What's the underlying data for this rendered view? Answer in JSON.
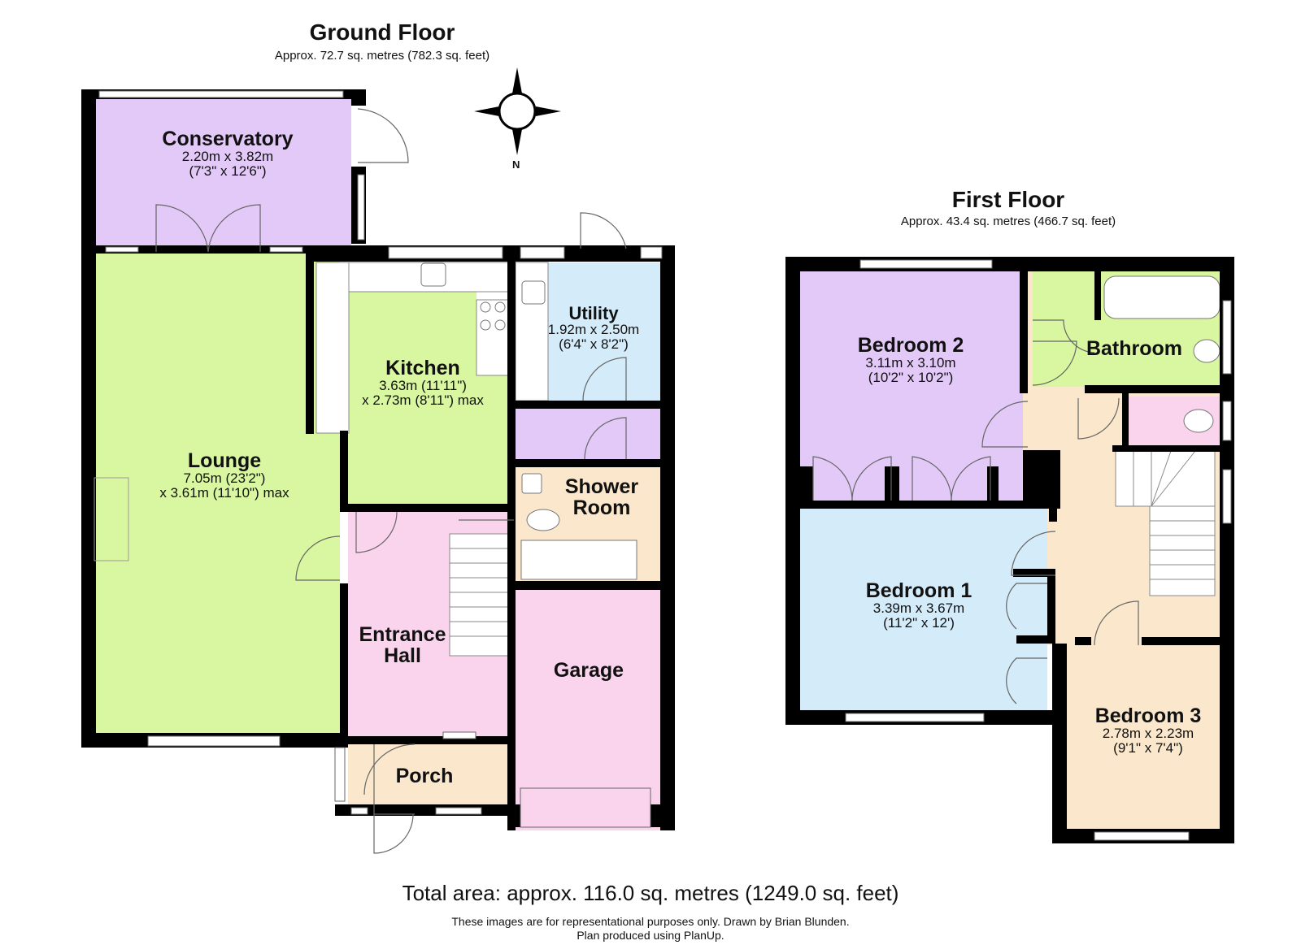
{
  "ground_floor": {
    "title": "Ground Floor",
    "area": "Approx. 72.7 sq. metres (782.3 sq. feet)",
    "rooms": {
      "conservatory": {
        "name": "Conservatory",
        "dim1": "2.20m x 3.82m",
        "dim2": "(7'3\" x 12'6\")"
      },
      "lounge": {
        "name": "Lounge",
        "dim1": "7.05m (23'2\")",
        "dim2": "x 3.61m (11'10\") max"
      },
      "kitchen": {
        "name": "Kitchen",
        "dim1": "3.63m (11'11\")",
        "dim2": "x 2.73m (8'11\") max"
      },
      "utility": {
        "name": "Utility",
        "dim1": "1.92m x 2.50m",
        "dim2": "(6'4\" x 8'2\")"
      },
      "shower_room": {
        "name1": "Shower",
        "name2": "Room"
      },
      "entrance_hall": {
        "name1": "Entrance",
        "name2": "Hall"
      },
      "garage": {
        "name": "Garage"
      },
      "porch": {
        "name": "Porch"
      }
    }
  },
  "first_floor": {
    "title": "First Floor",
    "area": "Approx. 43.4 sq. metres (466.7 sq. feet)",
    "rooms": {
      "bedroom2": {
        "name": "Bedroom 2",
        "dim1": "3.11m x 3.10m",
        "dim2": "(10'2\" x 10'2\")"
      },
      "bathroom": {
        "name": "Bathroom"
      },
      "bedroom1": {
        "name": "Bedroom 1",
        "dim1": "3.39m x 3.67m",
        "dim2": "(11'2\" x 12')"
      },
      "bedroom3": {
        "name": "Bedroom 3",
        "dim1": "2.78m x 2.23m",
        "dim2": "(9'1\" x 7'4\")"
      }
    }
  },
  "compass": {
    "label": "N"
  },
  "footer": {
    "total": "Total area: approx. 116.0 sq. metres (1249.0 sq. feet)",
    "line1": "These images are for representational purposes only. Drawn by Brian Blunden.",
    "line2": "Plan produced using PlanUp."
  },
  "colors": {
    "wall": "#000000",
    "lounge": "#d9f7a1",
    "conservatory": "#e3c9f7",
    "kitchen": "#d9f7a1",
    "utility": "#d4ebf9",
    "hall": "#fad4ec",
    "shower": "#fbe8cc",
    "garage": "#fad4ec",
    "porch": "#fbe8cc",
    "bedroom2": "#e3c9f7",
    "bedroom1": "#d4ebf9",
    "bedroom3": "#fbe8cc",
    "bathroom": "#d9f7a1",
    "landing": "#fbe8cc",
    "wc": "#fad4ec"
  }
}
